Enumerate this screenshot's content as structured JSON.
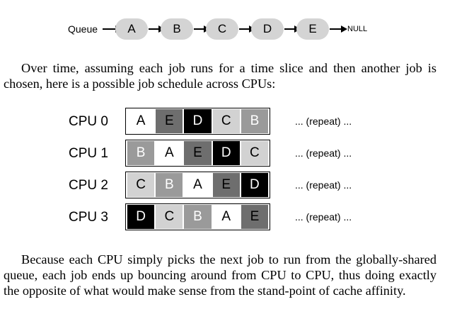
{
  "queue": {
    "label": "Queue",
    "nodes": [
      "A",
      "B",
      "C",
      "D",
      "E"
    ],
    "terminator": "NULL"
  },
  "paragraph1": "Over time, assuming each job runs for a time slice and then another job is chosen, here is a possible job schedule across CPUs:",
  "schedule": {
    "rows": [
      {
        "cpu": "CPU 0",
        "jobs": [
          "A",
          "E",
          "D",
          "C",
          "B"
        ],
        "repeat": "... (repeat) ..."
      },
      {
        "cpu": "CPU 1",
        "jobs": [
          "B",
          "A",
          "E",
          "D",
          "C"
        ],
        "repeat": "... (repeat) ..."
      },
      {
        "cpu": "CPU 2",
        "jobs": [
          "C",
          "B",
          "A",
          "E",
          "D"
        ],
        "repeat": "... (repeat) ..."
      },
      {
        "cpu": "CPU 3",
        "jobs": [
          "D",
          "C",
          "B",
          "A",
          "E"
        ],
        "repeat": "... (repeat) ..."
      }
    ],
    "job_colors": {
      "A": {
        "bg": "#ffffff",
        "fg": "#000000"
      },
      "B": {
        "bg": "#9a9a9a",
        "fg": "#ffffff"
      },
      "C": {
        "bg": "#d2d2d2",
        "fg": "#000000"
      },
      "D": {
        "bg": "#000000",
        "fg": "#ffffff"
      },
      "E": {
        "bg": "#6e6e6e",
        "fg": "#000000"
      }
    }
  },
  "paragraph2": "Because each CPU simply picks the next job to run from the globally-shared queue, each job ends up bouncing around from CPU to CPU, thus doing exactly the opposite of what would make sense from the stand-point of cache affinity."
}
